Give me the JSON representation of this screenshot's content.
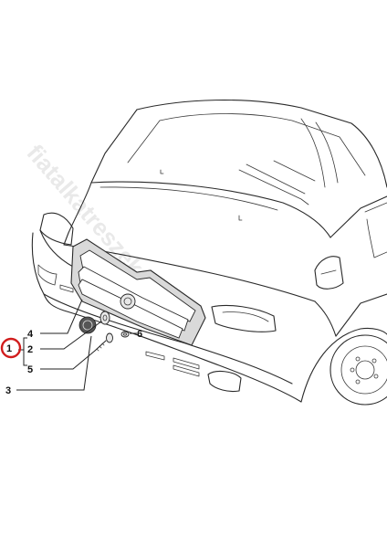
{
  "diagram": {
    "watermark": "fiatalkatreszek",
    "callouts": {
      "c1": "1",
      "c2": "2",
      "c3": "3",
      "c4": "4",
      "c5": "5",
      "c6": "6"
    },
    "selected_part": "1",
    "highlight_color": "#d11d1d",
    "grille_fill_color": "#d9d9d9"
  }
}
